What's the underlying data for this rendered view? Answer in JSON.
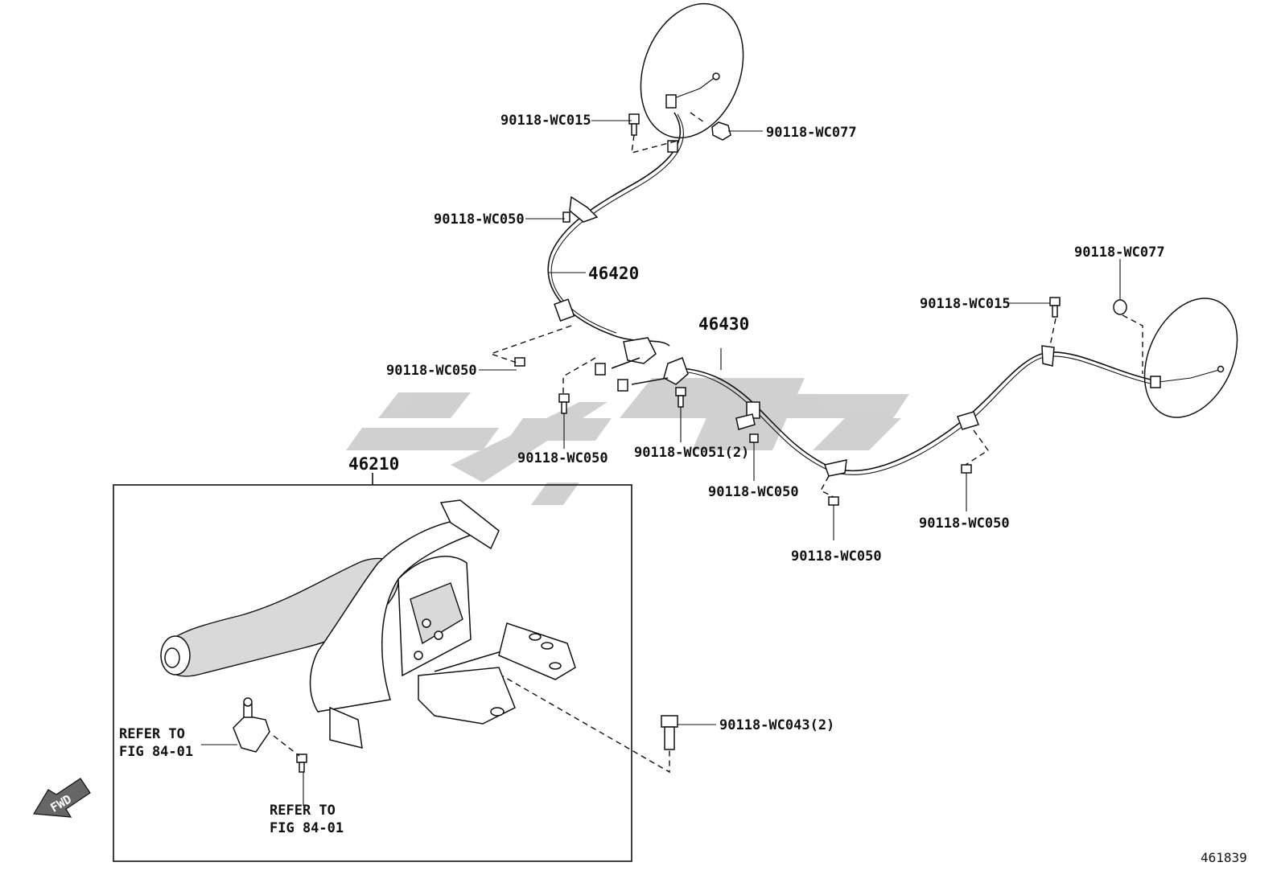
{
  "diagram": {
    "labels": {
      "cable_rh": "46420",
      "cable_lh": "46430",
      "lever_assy": "46210",
      "bolt_wc015_top": "90118-WC015",
      "nut_wc077_top": "90118-WC077",
      "bolt_wc050_a": "90118-WC050",
      "bolt_wc050_b": "90118-WC050",
      "bolt_wc050_c": "90118-WC050",
      "bolt_wc051": "90118-WC051(2)",
      "bolt_wc050_d": "90118-WC050",
      "bolt_wc050_e": "90118-WC050",
      "bolt_wc050_f": "90118-WC050",
      "nut_wc077_right": "90118-WC077",
      "bolt_wc015_right": "90118-WC015",
      "bolt_wc043": "90118-WC043(2)",
      "refer_a_line1": "REFER TO",
      "refer_a_line2": "FIG 84-01",
      "refer_b_line1": "REFER TO",
      "refer_b_line2": "FIG 84-01",
      "fwd": "FWD",
      "figure_number": "461839"
    }
  }
}
